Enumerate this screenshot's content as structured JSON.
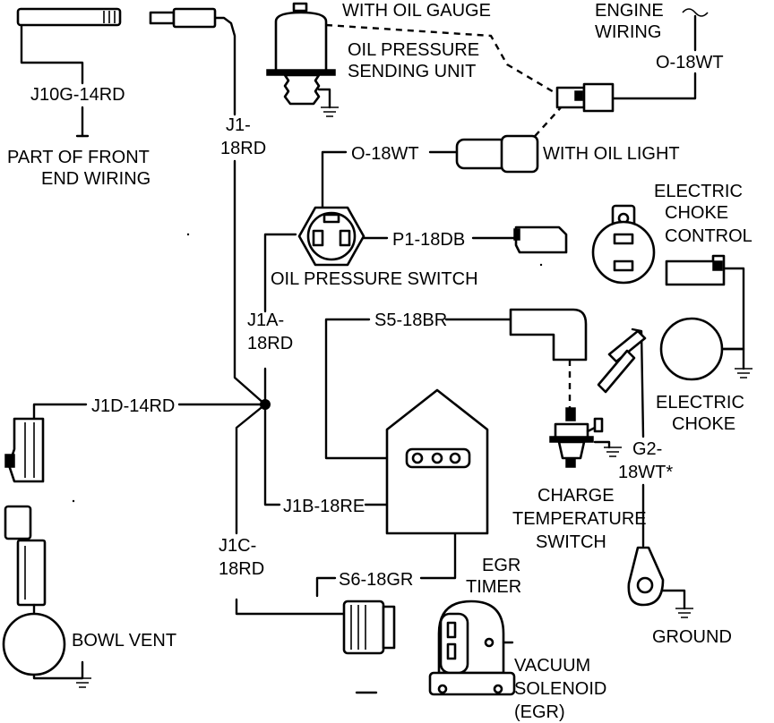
{
  "diagram": {
    "labels": {
      "with_oil_gauge": "WITH OIL GAUGE",
      "engine_wiring_1": "ENGINE",
      "engine_wiring_2": "WIRING",
      "o_18wt_right": "O-18WT",
      "oil_pressure_sending_unit_1": "OIL PRESSURE",
      "oil_pressure_sending_unit_2": "SENDING UNIT",
      "j10g_14rd": "J10G-14RD",
      "part_of_front_1": "PART OF FRONT",
      "part_of_front_2": "END WIRING",
      "j1_18rd_1": "J1-",
      "j1_18rd_2": "18RD",
      "o_18wt_center": "O-18WT",
      "with_oil_light": "WITH OIL LIGHT",
      "electric_choke_control_1": "ELECTRIC",
      "electric_choke_control_2": "CHOKE",
      "electric_choke_control_3": "CONTROL",
      "p1_18db": "P1-18DB",
      "oil_pressure_switch": "OIL PRESSURE SWITCH",
      "j1a_18rd_1": "J1A-",
      "j1a_18rd_2": "18RD",
      "s5_18br": "S5-18BR",
      "electric_choke_1": "ELECTRIC",
      "electric_choke_2": "CHOKE",
      "j1d_14rd": "J1D-14RD",
      "g2_18wt_1": "G2-",
      "g2_18wt_2": "18WT*",
      "j1b_18re": "J1B-18RE",
      "charge_temp_switch_1": "CHARGE",
      "charge_temp_switch_2": "TEMPERATURE",
      "charge_temp_switch_3": "SWITCH",
      "j1c_18rd_1": "J1C-",
      "j1c_18rd_2": "18RD",
      "s6_18gr": "S6-18GR",
      "egr_timer_1": "EGR",
      "egr_timer_2": "TIMER",
      "ground": "GROUND",
      "bowl_vent": "BOWL VENT",
      "vacuum_solenoid_1": "VACUUM",
      "vacuum_solenoid_2": "SOLENOID",
      "vacuum_solenoid_3": "(EGR)"
    }
  }
}
